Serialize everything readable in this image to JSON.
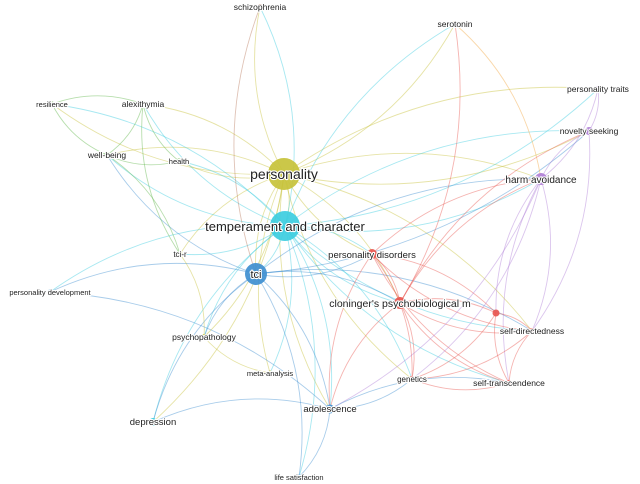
{
  "colors": {
    "red": "#e8564f",
    "green": "#5fb54a",
    "blue": "#3f8fd0",
    "yellow": "#c7c23a",
    "purple": "#b07fd6",
    "cyan": "#3ccde0",
    "orange": "#f2a640",
    "brown": "#b7775c"
  },
  "nodes": [
    {
      "id": "personality",
      "label": "personality",
      "cluster": "yellow",
      "weight": 5
    },
    {
      "id": "tac",
      "label": "temperament and character",
      "cluster": "cyan",
      "weight": 5
    },
    {
      "id": "tci",
      "label": "tci",
      "cluster": "blue",
      "weight": 4
    },
    {
      "id": "cloninger",
      "label": "cloninger's psychobiological m",
      "cluster": "red",
      "weight": 3
    },
    {
      "id": "pd",
      "label": "personality disorders",
      "cluster": "red",
      "weight": 2
    },
    {
      "id": "harm",
      "label": "harm avoidance",
      "cluster": "purple",
      "weight": 2
    },
    {
      "id": "novelty",
      "label": "novelty seeking",
      "cluster": "purple",
      "weight": 1
    },
    {
      "id": "ptraits",
      "label": "personality traits",
      "cluster": "purple",
      "weight": 1
    },
    {
      "id": "serotonin",
      "label": "serotonin",
      "cluster": "orange",
      "weight": 1
    },
    {
      "id": "schizo",
      "label": "schizophrenia",
      "cluster": "brown",
      "weight": 1
    },
    {
      "id": "alexi",
      "label": "alexithymia",
      "cluster": "green",
      "weight": 1
    },
    {
      "id": "resil",
      "label": "resilience",
      "cluster": "green",
      "weight": 1
    },
    {
      "id": "wellb",
      "label": "well-being",
      "cluster": "green",
      "weight": 1
    },
    {
      "id": "health",
      "label": "health",
      "cluster": "green",
      "weight": 1
    },
    {
      "id": "tcir",
      "label": "tci-r",
      "cluster": "yellow",
      "weight": 1
    },
    {
      "id": "pdev",
      "label": "personality development",
      "cluster": "blue",
      "weight": 1
    },
    {
      "id": "psychop",
      "label": "psychopathology",
      "cluster": "yellow",
      "weight": 1
    },
    {
      "id": "meta",
      "label": "meta-analysis",
      "cluster": "yellow",
      "weight": 1
    },
    {
      "id": "selfdir",
      "label": "self-directedness",
      "cluster": "red",
      "weight": 1
    },
    {
      "id": "genetics",
      "label": "genetics",
      "cluster": "red",
      "weight": 1
    },
    {
      "id": "selftr",
      "label": "self-transcendence",
      "cluster": "red",
      "weight": 1
    },
    {
      "id": "adol",
      "label": "adolescence",
      "cluster": "blue",
      "weight": 2
    },
    {
      "id": "depr",
      "label": "depression",
      "cluster": "cyan",
      "weight": 1
    },
    {
      "id": "lifesat",
      "label": "life satisfaction",
      "cluster": "blue",
      "weight": 1
    },
    {
      "id": "redhub",
      "label": "",
      "cluster": "red",
      "weight": 1
    }
  ],
  "edges": [
    [
      "personality",
      "tac"
    ],
    [
      "personality",
      "tci"
    ],
    [
      "personality",
      "cloninger"
    ],
    [
      "personality",
      "pd"
    ],
    [
      "personality",
      "harm"
    ],
    [
      "personality",
      "novelty"
    ],
    [
      "personality",
      "ptraits"
    ],
    [
      "personality",
      "serotonin"
    ],
    [
      "personality",
      "schizo"
    ],
    [
      "personality",
      "alexi"
    ],
    [
      "personality",
      "resil"
    ],
    [
      "personality",
      "wellb"
    ],
    [
      "personality",
      "health"
    ],
    [
      "personality",
      "tcir"
    ],
    [
      "personality",
      "psychop"
    ],
    [
      "personality",
      "meta"
    ],
    [
      "personality",
      "selfdir"
    ],
    [
      "personality",
      "adol"
    ],
    [
      "personality",
      "depr"
    ],
    [
      "personality",
      "genetics"
    ],
    [
      "tac",
      "tci"
    ],
    [
      "tac",
      "cloninger"
    ],
    [
      "tac",
      "pd"
    ],
    [
      "tac",
      "harm"
    ],
    [
      "tac",
      "novelty"
    ],
    [
      "tac",
      "ptraits"
    ],
    [
      "tac",
      "serotonin"
    ],
    [
      "tac",
      "schizo"
    ],
    [
      "tac",
      "alexi"
    ],
    [
      "tac",
      "resil"
    ],
    [
      "tac",
      "wellb"
    ],
    [
      "tac",
      "health"
    ],
    [
      "tac",
      "tcir"
    ],
    [
      "tac",
      "psychop"
    ],
    [
      "tac",
      "meta"
    ],
    [
      "tac",
      "selfdir"
    ],
    [
      "tac",
      "genetics"
    ],
    [
      "tac",
      "selftr"
    ],
    [
      "tac",
      "adol"
    ],
    [
      "tac",
      "depr"
    ],
    [
      "tac",
      "lifesat"
    ],
    [
      "tac",
      "pdev"
    ],
    [
      "tci",
      "cloninger"
    ],
    [
      "tci",
      "pd"
    ],
    [
      "tci",
      "harm"
    ],
    [
      "tci",
      "pdev"
    ],
    [
      "tci",
      "adol"
    ],
    [
      "tci",
      "depr"
    ],
    [
      "tci",
      "lifesat"
    ],
    [
      "tci",
      "psychop"
    ],
    [
      "tci",
      "selfdir"
    ],
    [
      "tci",
      "novelty"
    ],
    [
      "tci",
      "wellb"
    ],
    [
      "cloninger",
      "pd"
    ],
    [
      "cloninger",
      "harm"
    ],
    [
      "cloninger",
      "selfdir"
    ],
    [
      "cloninger",
      "genetics"
    ],
    [
      "cloninger",
      "selftr"
    ],
    [
      "cloninger",
      "novelty"
    ],
    [
      "cloninger",
      "adol"
    ],
    [
      "cloninger",
      "redhub"
    ],
    [
      "cloninger",
      "serotonin"
    ],
    [
      "pd",
      "harm"
    ],
    [
      "pd",
      "selfdir"
    ],
    [
      "pd",
      "genetics"
    ],
    [
      "pd",
      "selftr"
    ],
    [
      "pd",
      "redhub"
    ],
    [
      "pd",
      "adol"
    ],
    [
      "harm",
      "novelty"
    ],
    [
      "harm",
      "ptraits"
    ],
    [
      "harm",
      "selfdir"
    ],
    [
      "harm",
      "selftr"
    ],
    [
      "harm",
      "genetics"
    ],
    [
      "harm",
      "redhub"
    ],
    [
      "harm",
      "adol"
    ],
    [
      "novelty",
      "ptraits"
    ],
    [
      "novelty",
      "selfdir"
    ],
    [
      "selfdir",
      "selftr"
    ],
    [
      "selfdir",
      "genetics"
    ],
    [
      "selfdir",
      "redhub"
    ],
    [
      "selftr",
      "genetics"
    ],
    [
      "redhub",
      "selftr"
    ],
    [
      "redhub",
      "genetics"
    ],
    [
      "adol",
      "genetics"
    ],
    [
      "adol",
      "selftr"
    ],
    [
      "adol",
      "depr"
    ],
    [
      "adol",
      "lifesat"
    ],
    [
      "alexi",
      "resil"
    ],
    [
      "alexi",
      "wellb"
    ],
    [
      "alexi",
      "health"
    ],
    [
      "wellb",
      "resil"
    ],
    [
      "wellb",
      "health"
    ],
    [
      "wellb",
      "tcir"
    ],
    [
      "alexi",
      "tcir"
    ],
    [
      "tcir",
      "psychop"
    ],
    [
      "psychop",
      "meta"
    ],
    [
      "serotonin",
      "harm"
    ],
    [
      "schizo",
      "tci"
    ],
    [
      "pdev",
      "adol"
    ]
  ]
}
